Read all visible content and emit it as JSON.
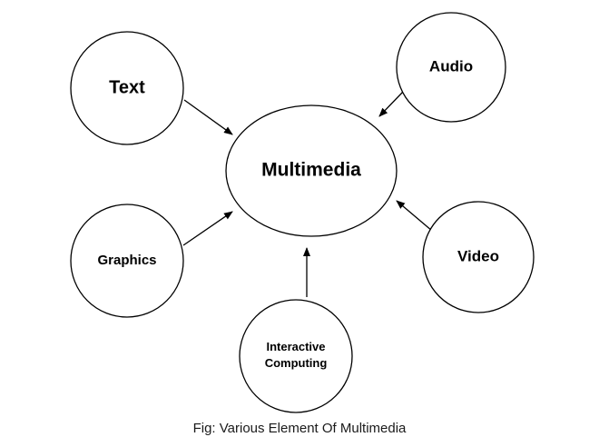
{
  "diagram": {
    "center": {
      "id": "multimedia",
      "label": "Multimedia"
    },
    "nodes": [
      {
        "id": "text",
        "label": "Text"
      },
      {
        "id": "audio",
        "label": "Audio"
      },
      {
        "id": "graphics",
        "label": "Graphics"
      },
      {
        "id": "video",
        "label": "Video"
      },
      {
        "id": "interactive-computing",
        "label": [
          "Interactive",
          "Computing"
        ]
      }
    ],
    "edges": [
      {
        "from": "text",
        "to": "multimedia"
      },
      {
        "from": "audio",
        "to": "multimedia"
      },
      {
        "from": "graphics",
        "to": "multimedia"
      },
      {
        "from": "video",
        "to": "multimedia"
      },
      {
        "from": "interactive-computing",
        "to": "multimedia"
      }
    ]
  },
  "caption": "Fig: Various Element Of Multimedia"
}
